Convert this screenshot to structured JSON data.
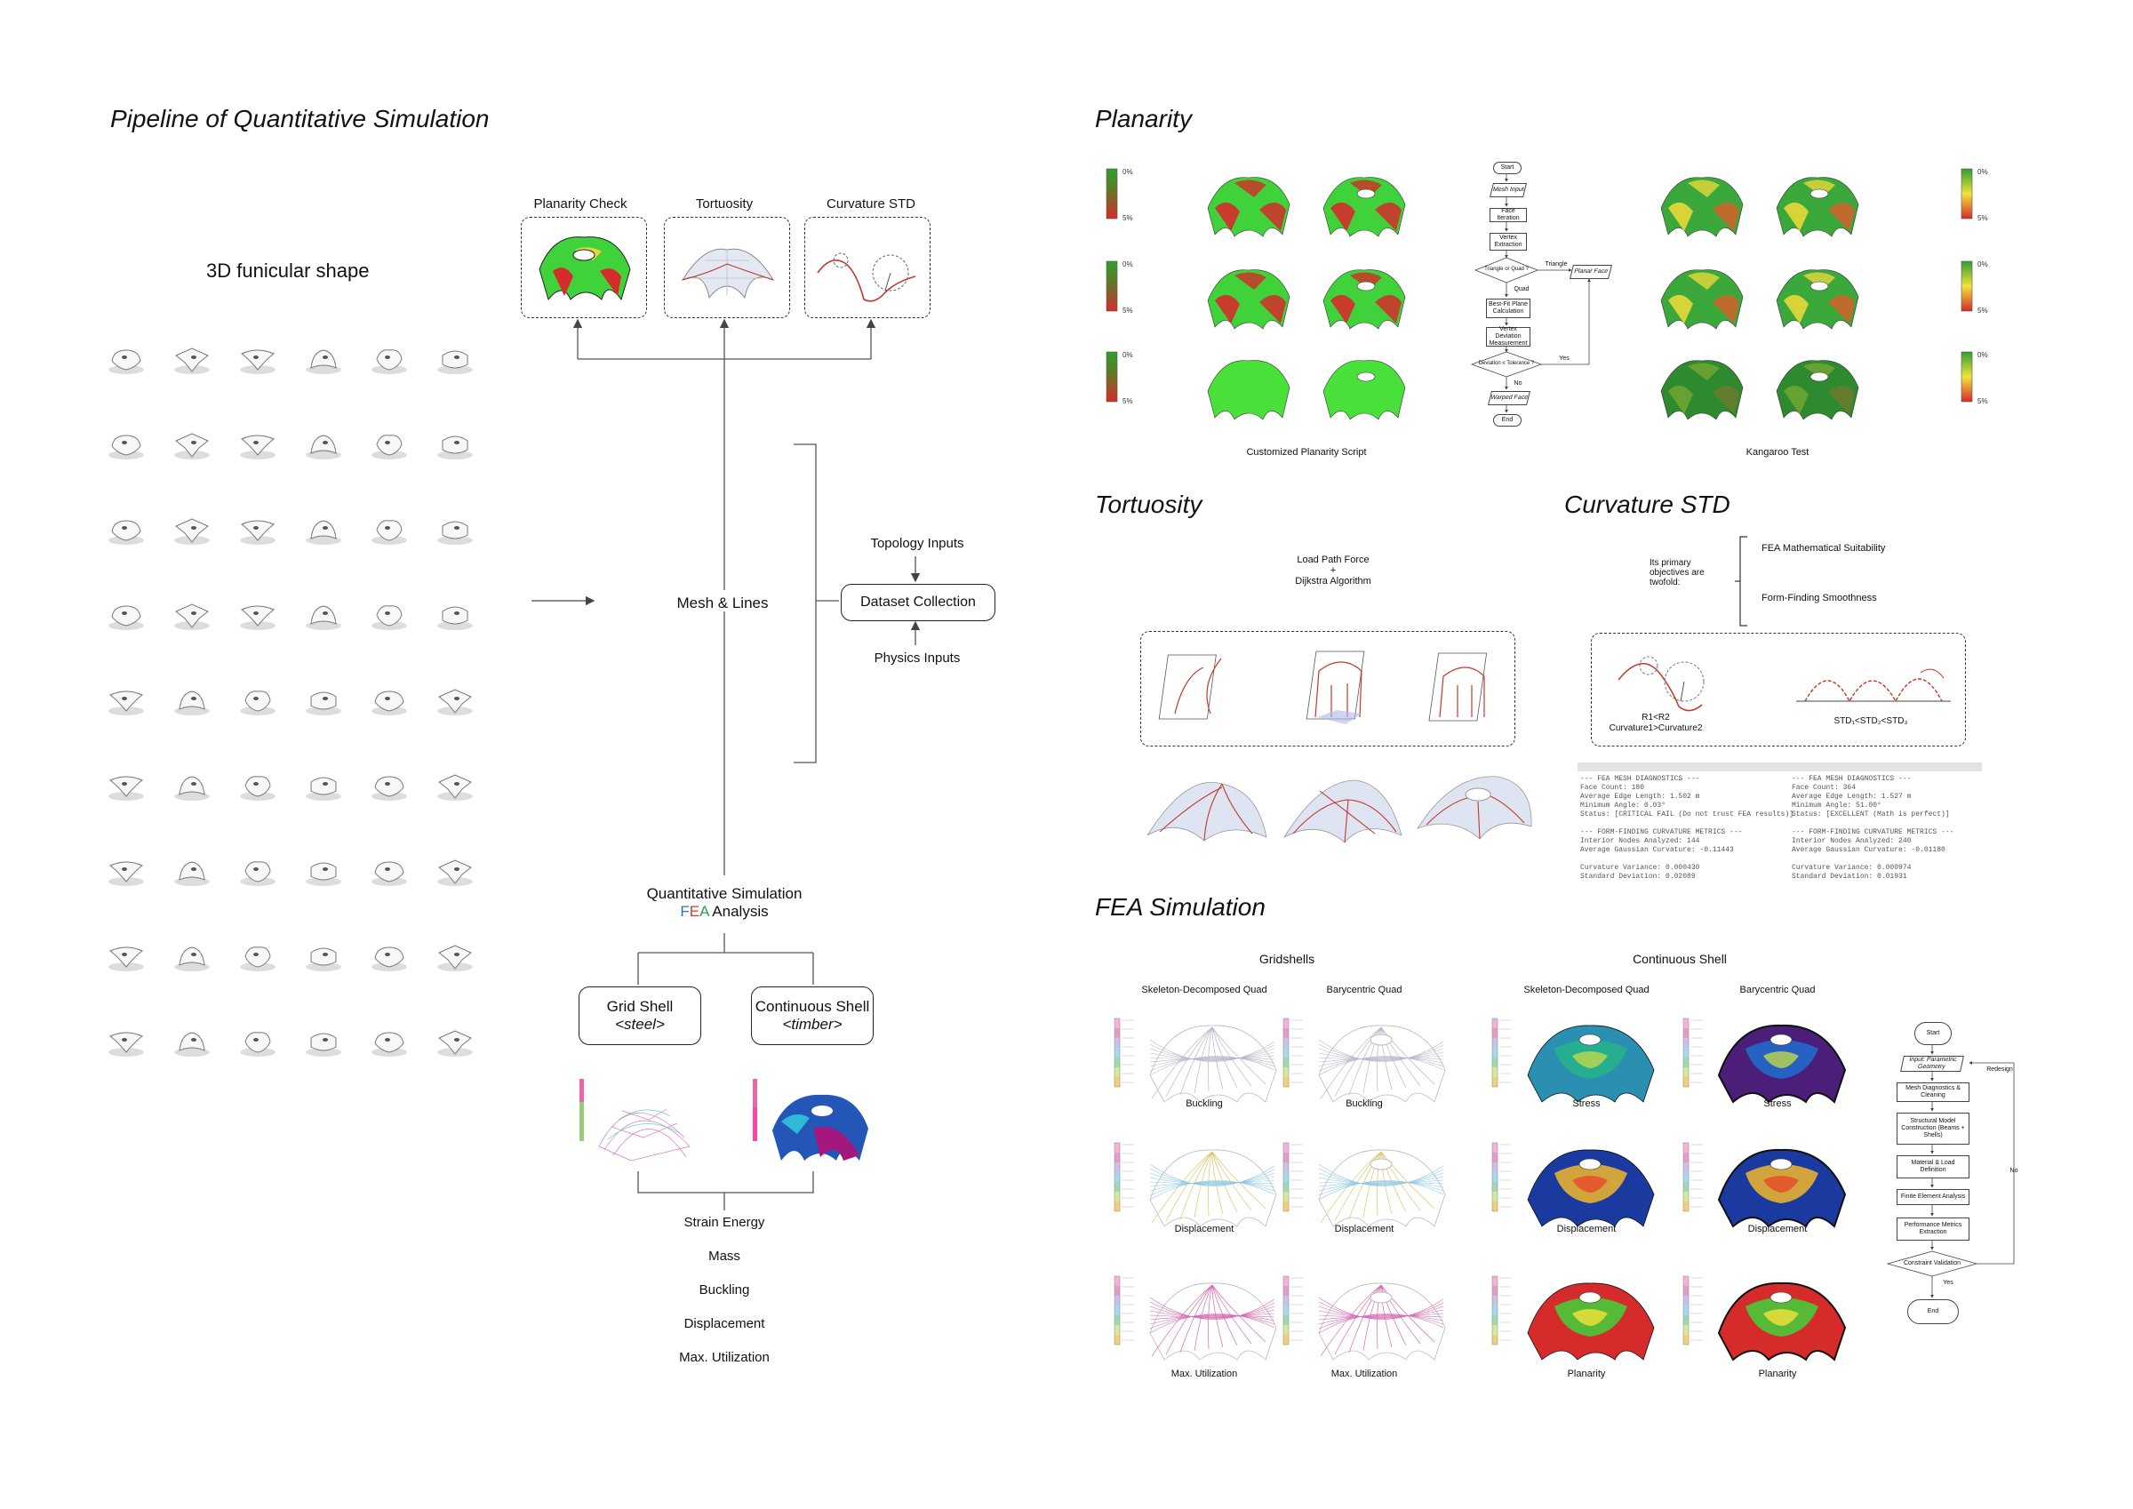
{
  "pipeline": {
    "title": "Pipeline of Quantitative Simulation",
    "funicular_label": "3D funicular shape",
    "checks": [
      "Planarity Check",
      "Tortuosity",
      "Curvature STD"
    ],
    "mesh_lines": "Mesh & Lines",
    "topology_inputs": "Topology Inputs",
    "dataset_collection": "Dataset Collection",
    "physics_inputs": "Physics Inputs",
    "qs_line1": "Quantitative Simulation",
    "qs_fea_f": "F",
    "qs_fea_e": "E",
    "qs_fea_a": "A",
    "qs_analysis": " Analysis",
    "grid_shell": "Grid Shell",
    "grid_shell_mat": "<steel>",
    "continuous_shell": "Continuous Shell",
    "continuous_shell_mat": "<timber>",
    "outputs": [
      "Strain Energy",
      "Mass",
      "Buckling",
      "Displacement",
      "Max. Utilization"
    ]
  },
  "planarity": {
    "title": "Planarity",
    "scale_top": "0%",
    "scale_bottom": "5%",
    "left_caption": "Customized Planarity Script",
    "right_caption": "Kangaroo Test",
    "flowchart": {
      "start": "Start",
      "mesh_input": "Mesh Input",
      "face_iteration": "Face Iteration",
      "vertex_extraction": "Vertex Extraction",
      "decision": "Triangle or Quad ?",
      "triangle": "Triangle",
      "planar_face": "Planar Face",
      "quad": "Quad",
      "bestfit": "Best-Fit Plane Calculation",
      "vertex_dev": "Vertex Deviation Measurement",
      "tolerance": "Deviation ≤ Tolerance ?",
      "yes": "Yes",
      "no": "No",
      "warped": "Warped Face",
      "end": "End"
    }
  },
  "tortuosity": {
    "title": "Tortuosity",
    "line1": "Load Path Force",
    "plus": "+",
    "line2": "Dijkstra Algorithm"
  },
  "curvature": {
    "title": "Curvature STD",
    "intro": "Its primary objectives are twofold:",
    "obj1": "FEA Mathematical Suitability",
    "obj2": "Form-Finding Smoothness",
    "r_caption1": "R1<R2",
    "r_caption2": "Curvature1>Curvature2",
    "std_caption": "STD₁<STD₂<STD₃",
    "code_left": "--- FEA MESH DIAGNOSTICS ---\nFace Count: 180\nAverage Edge Length: 1.502 m\nMinimum Angle: 0.03°\nStatus: [CRITICAL FAIL (Do not trust FEA results)]\n\n--- FORM-FINDING CURVATURE METRICS ---\nInterior Nodes Analyzed: 144\nAverage Gaussian Curvature: -0.11443\n\nCurvature Variance: 0.000430\nStandard Deviation: 0.02089",
    "code_right": "--- FEA MESH DIAGNOSTICS ---\nFace Count: 364\nAverage Edge Length: 1.527 m\nMinimum Angle: 51.00°\nStatus: [EXCELLENT (Math is perfect)]\n\n--- FORM-FINDING CURVATURE METRICS ---\nInterior Nodes Analyzed: 240\nAverage Gaussian Curvature: -0.01180\n\nCurvature Variance: 0.000974\nStandard Deviation: 0.01931"
  },
  "fea": {
    "title": "FEA Simulation",
    "gridshells": "Gridshells",
    "continuous_shell": "Continuous Shell",
    "skeleton": "Skeleton-Decomposed Quad",
    "barycentric": "Barycentric Quad",
    "buckling": "Buckling",
    "stress": "Stress",
    "displacement": "Displacement",
    "max_util": "Max. Utilization",
    "planarity": "Planarity",
    "flow": {
      "start": "Start",
      "input": "Input: Parametric Geometry",
      "mesh_diag": "Mesh Diagnostics & Cleaning",
      "structural": "Structural Model Construction (Beams + Shells)",
      "material": "Material & Load Definition",
      "fea": "Finite Element Analysis",
      "metrics": "Performance Metrics Extraction",
      "constraint": "Constraint Validation",
      "redesign": "Redesign",
      "no": "No",
      "yes": "Yes",
      "end": "End"
    }
  },
  "colors": {
    "cyan_fill": "#c9f3f5",
    "planarity_green": "#3fd23a",
    "planarity_red": "#d62b2b",
    "curve_red": "#c0392b",
    "fea_blue": "#2456b8",
    "fea_magenta": "#a2187f"
  }
}
